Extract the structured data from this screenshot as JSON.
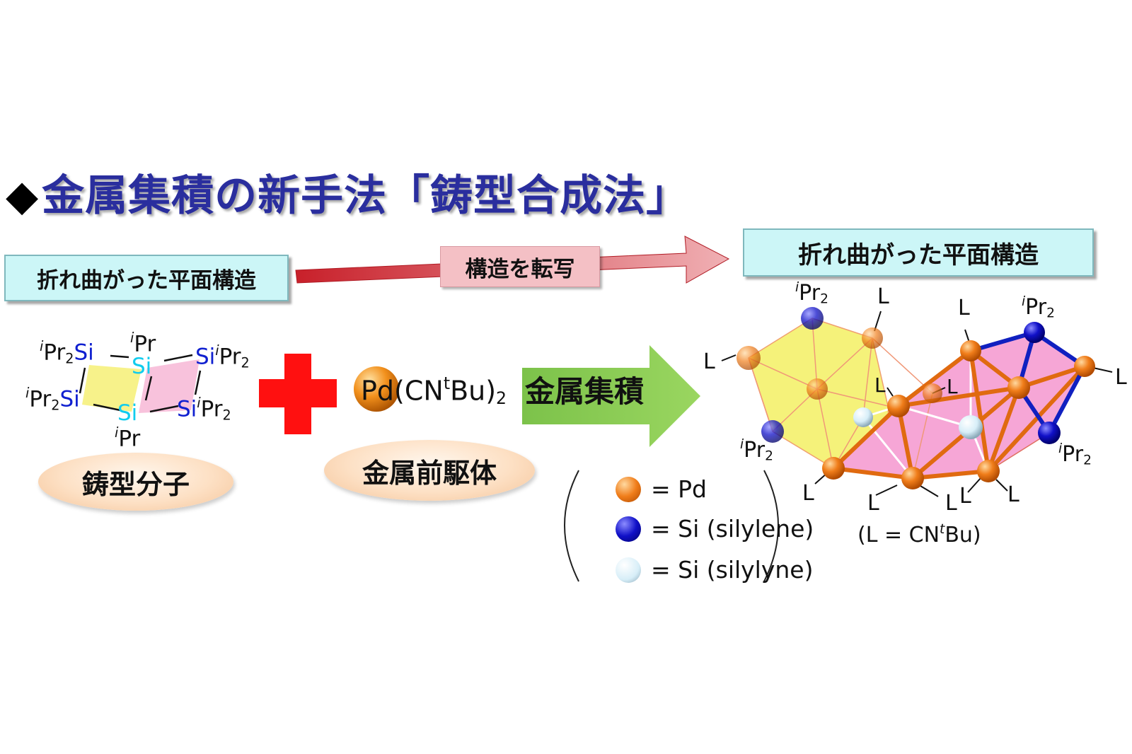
{
  "title": {
    "marker": "◆",
    "text": "金属集積の新手法「鋳型合成法」"
  },
  "bent_plane_label_left": "折れ曲がった平面構造",
  "bent_plane_label_right": "折れ曲がった平面構造",
  "transfer_label": "構造を転写",
  "mold_molecule_label": "鋳型分子",
  "precursor_label": "金属前駆体",
  "accumulation_label": "金属集積",
  "precursor_formula": {
    "main": "Pd(CN",
    "sup": "t",
    "rest": "Bu)",
    "sub": "2"
  },
  "mold_atoms": {
    "si": "Si",
    "ipr_prefix": "i",
    "pr": "Pr",
    "pr2_sub": "2"
  },
  "legend": [
    {
      "symbol_color": "#f07d1a",
      "label": "= Pd"
    },
    {
      "symbol_color": "#1010c8",
      "label": "= Si (silylene)"
    },
    {
      "symbol_color": "#d7eef8",
      "label": "= Si (silylyne)"
    }
  ],
  "ligand_note": {
    "pre": "(L = CN",
    "sup": "t",
    "post": "Bu)"
  },
  "cluster_labels": {
    "ligand": "L",
    "ipr_prefix": "i",
    "pr2": "Pr",
    "sub2": "2"
  },
  "colors": {
    "title": "#2a2e9e",
    "cyan_box": "#ccf6f7",
    "pink_box": "#f4c0c5",
    "red_plus": "#ff1010",
    "green_arrow": "#8fcf55",
    "pd": "#f07d1a",
    "silylene": "#1010c8",
    "silylyne": "#d7eef8",
    "yellow_face": "#f5f27a",
    "pink_face": "#f6a6d6"
  }
}
